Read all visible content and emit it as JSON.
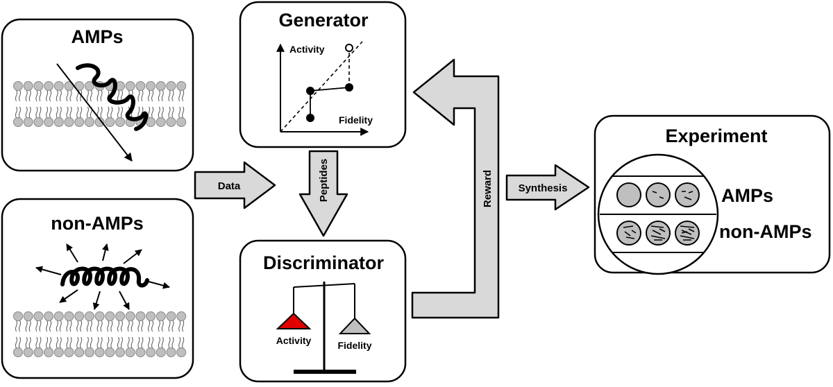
{
  "panels": {
    "amps_title": "AMPs",
    "non_amps_title": "non-AMPs",
    "generator_title": "Generator",
    "discriminator_title": "Discriminator",
    "experiment_title": "Experiment"
  },
  "generator_plot": {
    "y_label": "Activity",
    "x_label": "Fidelity"
  },
  "discriminator_scale": {
    "left_label": "Activity",
    "right_label": "Fidelity",
    "left_color": "#e00000",
    "right_color": "#bfbfbf"
  },
  "arrows": {
    "data": "Data",
    "peptides": "Peptides",
    "reward": "Reward",
    "synthesis": "Synthesis"
  },
  "experiment": {
    "row1_label": "AMPs",
    "row2_label": "non-AMPs"
  },
  "colors": {
    "arrow_fill": "#d9d9d9",
    "lipid_head": "#bfbfbf",
    "well_fill": "#bfbfbf"
  }
}
